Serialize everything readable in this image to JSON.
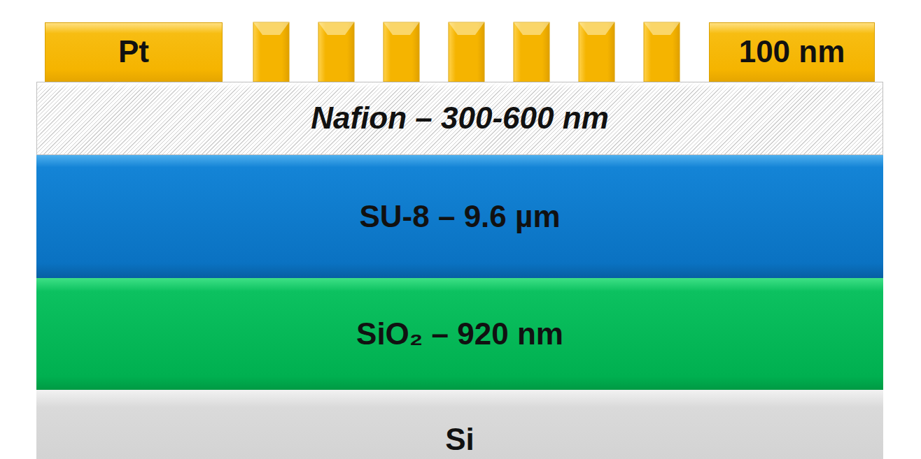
{
  "diagram": {
    "nodes": [
      {
        "text": [
          "Pt"
        ]
      },
      {
        "text": [
          "100 nm"
        ]
      },
      {
        "text": [
          "Nafion – 300-600 nm"
        ]
      },
      {
        "text": [
          "SU-8 – 9.6 µm"
        ]
      },
      {
        "text": [
          "SiO₂ – 920 nm"
        ]
      },
      {
        "text": [
          "Si"
        ]
      }
    ]
  }
}
